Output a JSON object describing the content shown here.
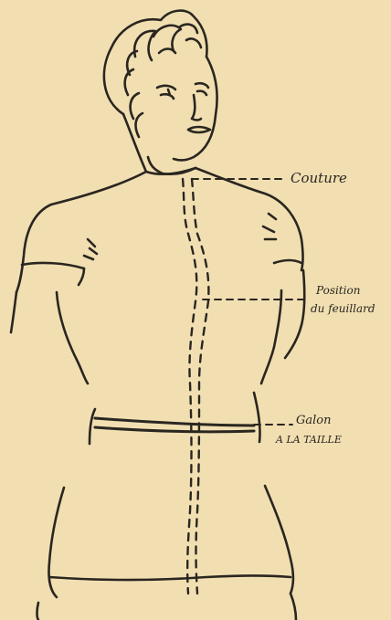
{
  "background_color": "#f1dfb2",
  "ink_color": "#2a2620",
  "labels": {
    "couture": "Couture",
    "position_line1": "Position",
    "position_line2": "du feuillard",
    "galon_line1": "Galon",
    "galon_line2": "A LA TAILLE"
  }
}
